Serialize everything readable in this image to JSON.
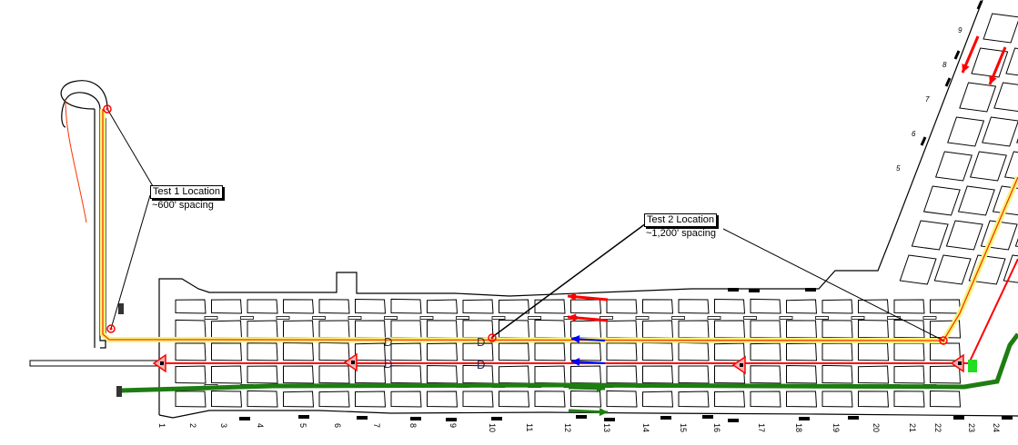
{
  "callouts": {
    "test1": {
      "title": "Test 1 Location",
      "spacing": "~600' spacing"
    },
    "test2": {
      "title": "Test 2 Location",
      "spacing": "~1,200' spacing"
    }
  },
  "crosscut_numbers": [
    "1",
    "2",
    "3",
    "4",
    "5",
    "6",
    "7",
    "8",
    "9",
    "10",
    "11",
    "12",
    "13",
    "14",
    "15",
    "16",
    "17",
    "18",
    "19",
    "20",
    "21",
    "22",
    "23",
    "24"
  ],
  "diagonal_numbers": [
    "5",
    "6",
    "7",
    "8",
    "9"
  ],
  "entry_labels": {
    "door": "D"
  },
  "colors": {
    "belt_route": "#f5f57a",
    "belt_line": "#ff3300",
    "return_air": "#ff0000",
    "intake_air": "#1e7d12",
    "neutral_arrow": "#0000ff",
    "pillar_outline": "#000000"
  },
  "icons": [
    "sensor-location-icon",
    "triangle-marker-icon",
    "airflow-arrow-icon",
    "door-icon",
    "stopping-icon"
  ]
}
